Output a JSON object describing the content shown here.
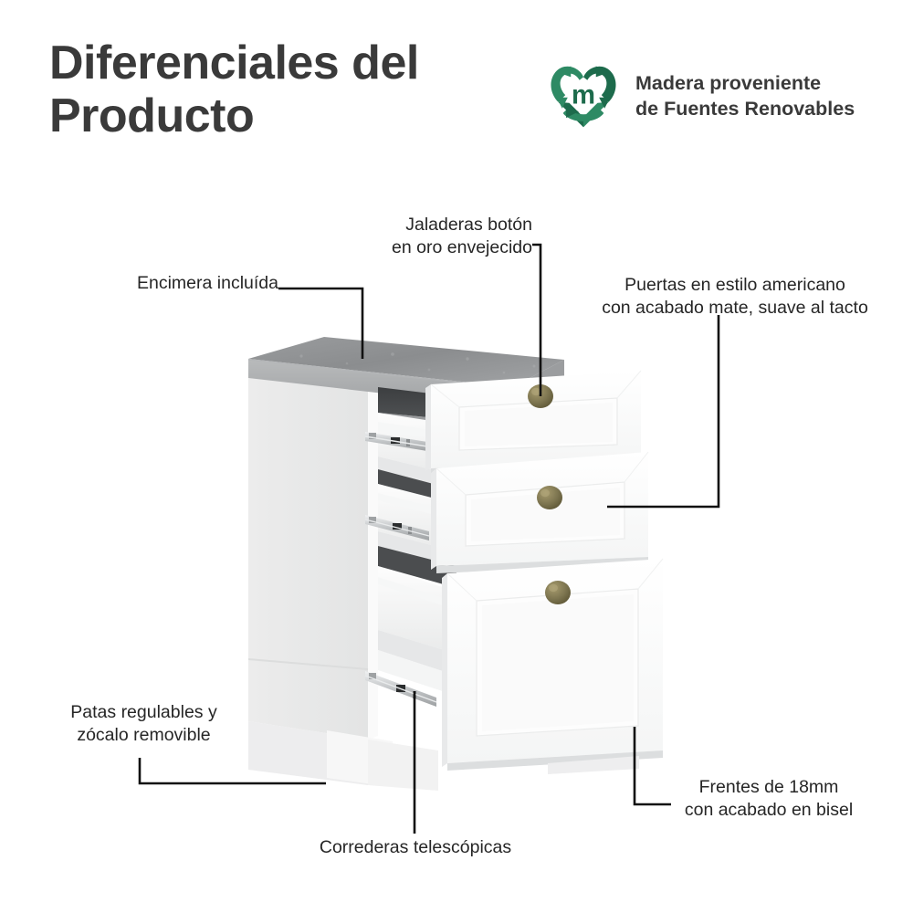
{
  "header": {
    "title_line1": "Diferenciales del",
    "title_line2": "Producto",
    "title_color": "#3a3a3a"
  },
  "eco_badge": {
    "icon": "recycling-heart-icon",
    "monogram": "m",
    "line1": "Madera proveniente",
    "line2": "de Fuentes Renovables",
    "green_light": "#2e8a64",
    "green_dark": "#1d6b4c",
    "text_color": "#3a3a3a"
  },
  "callouts": [
    {
      "name": "countertop",
      "line1": "Encimera incluída",
      "line2": ""
    },
    {
      "name": "knobs",
      "line1": "Jaladeras botón",
      "line2": "en oro envejecido"
    },
    {
      "name": "doors",
      "line1": "Puertas en estilo americano",
      "line2": "con acabado mate, suave al tacto"
    },
    {
      "name": "legs",
      "line1": "Patas regulables y",
      "line2": "zócalo removible"
    },
    {
      "name": "slides",
      "line1": "Correderas telescópicas",
      "line2": ""
    },
    {
      "name": "fronts",
      "line1": "Frentes de 18mm",
      "line2": "con acabado en bisel"
    }
  ],
  "product": {
    "name": "kitchen-base-cabinet-3-drawers",
    "countertop_color": "#8f9193",
    "body_color": "#f2f3f3",
    "front_color": "#fbfbfb",
    "knob_color": "#7a7350",
    "slide_color": "#c6c9cb",
    "interior_color": "#4a4c4e",
    "leader_color": "#111111"
  }
}
